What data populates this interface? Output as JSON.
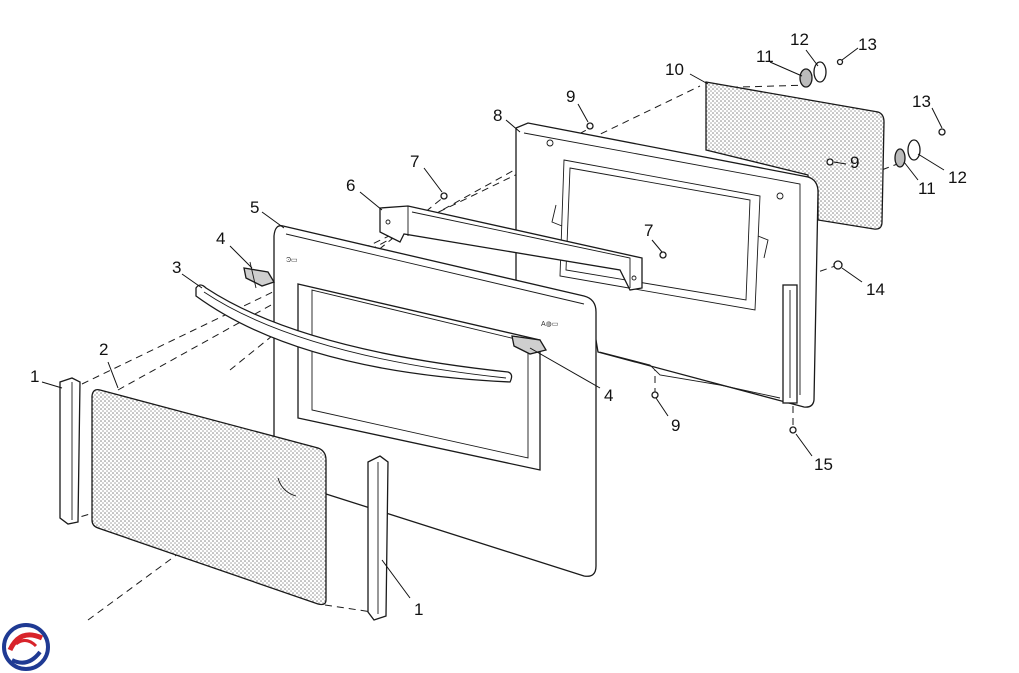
{
  "diagram": {
    "type": "exploded-parts-diagram",
    "callouts": [
      {
        "id": "c1a",
        "label": "1"
      },
      {
        "id": "c1b",
        "label": "1"
      },
      {
        "id": "c2",
        "label": "2"
      },
      {
        "id": "c3",
        "label": "3"
      },
      {
        "id": "c4a",
        "label": "4"
      },
      {
        "id": "c4b",
        "label": "4"
      },
      {
        "id": "c5",
        "label": "5"
      },
      {
        "id": "c6",
        "label": "6"
      },
      {
        "id": "c7a",
        "label": "7"
      },
      {
        "id": "c7b",
        "label": "7"
      },
      {
        "id": "c8",
        "label": "8"
      },
      {
        "id": "c9a",
        "label": "9"
      },
      {
        "id": "c9b",
        "label": "9"
      },
      {
        "id": "c9c",
        "label": "9"
      },
      {
        "id": "c10",
        "label": "10"
      },
      {
        "id": "c11a",
        "label": "11"
      },
      {
        "id": "c11b",
        "label": "11"
      },
      {
        "id": "c12a",
        "label": "12"
      },
      {
        "id": "c12b",
        "label": "12"
      },
      {
        "id": "c13a",
        "label": "13"
      },
      {
        "id": "c13b",
        "label": "13"
      },
      {
        "id": "c14",
        "label": "14"
      },
      {
        "id": "c15",
        "label": "15"
      }
    ]
  },
  "logo": {
    "icon": "brand-swirl-logo-icon",
    "colors": {
      "blue": "#1f3a93",
      "red": "#d8232a"
    }
  },
  "colors": {
    "line": "#1a1a1a",
    "glass_fill": "#dcdcdc",
    "panel_fill": "#ffffff"
  }
}
